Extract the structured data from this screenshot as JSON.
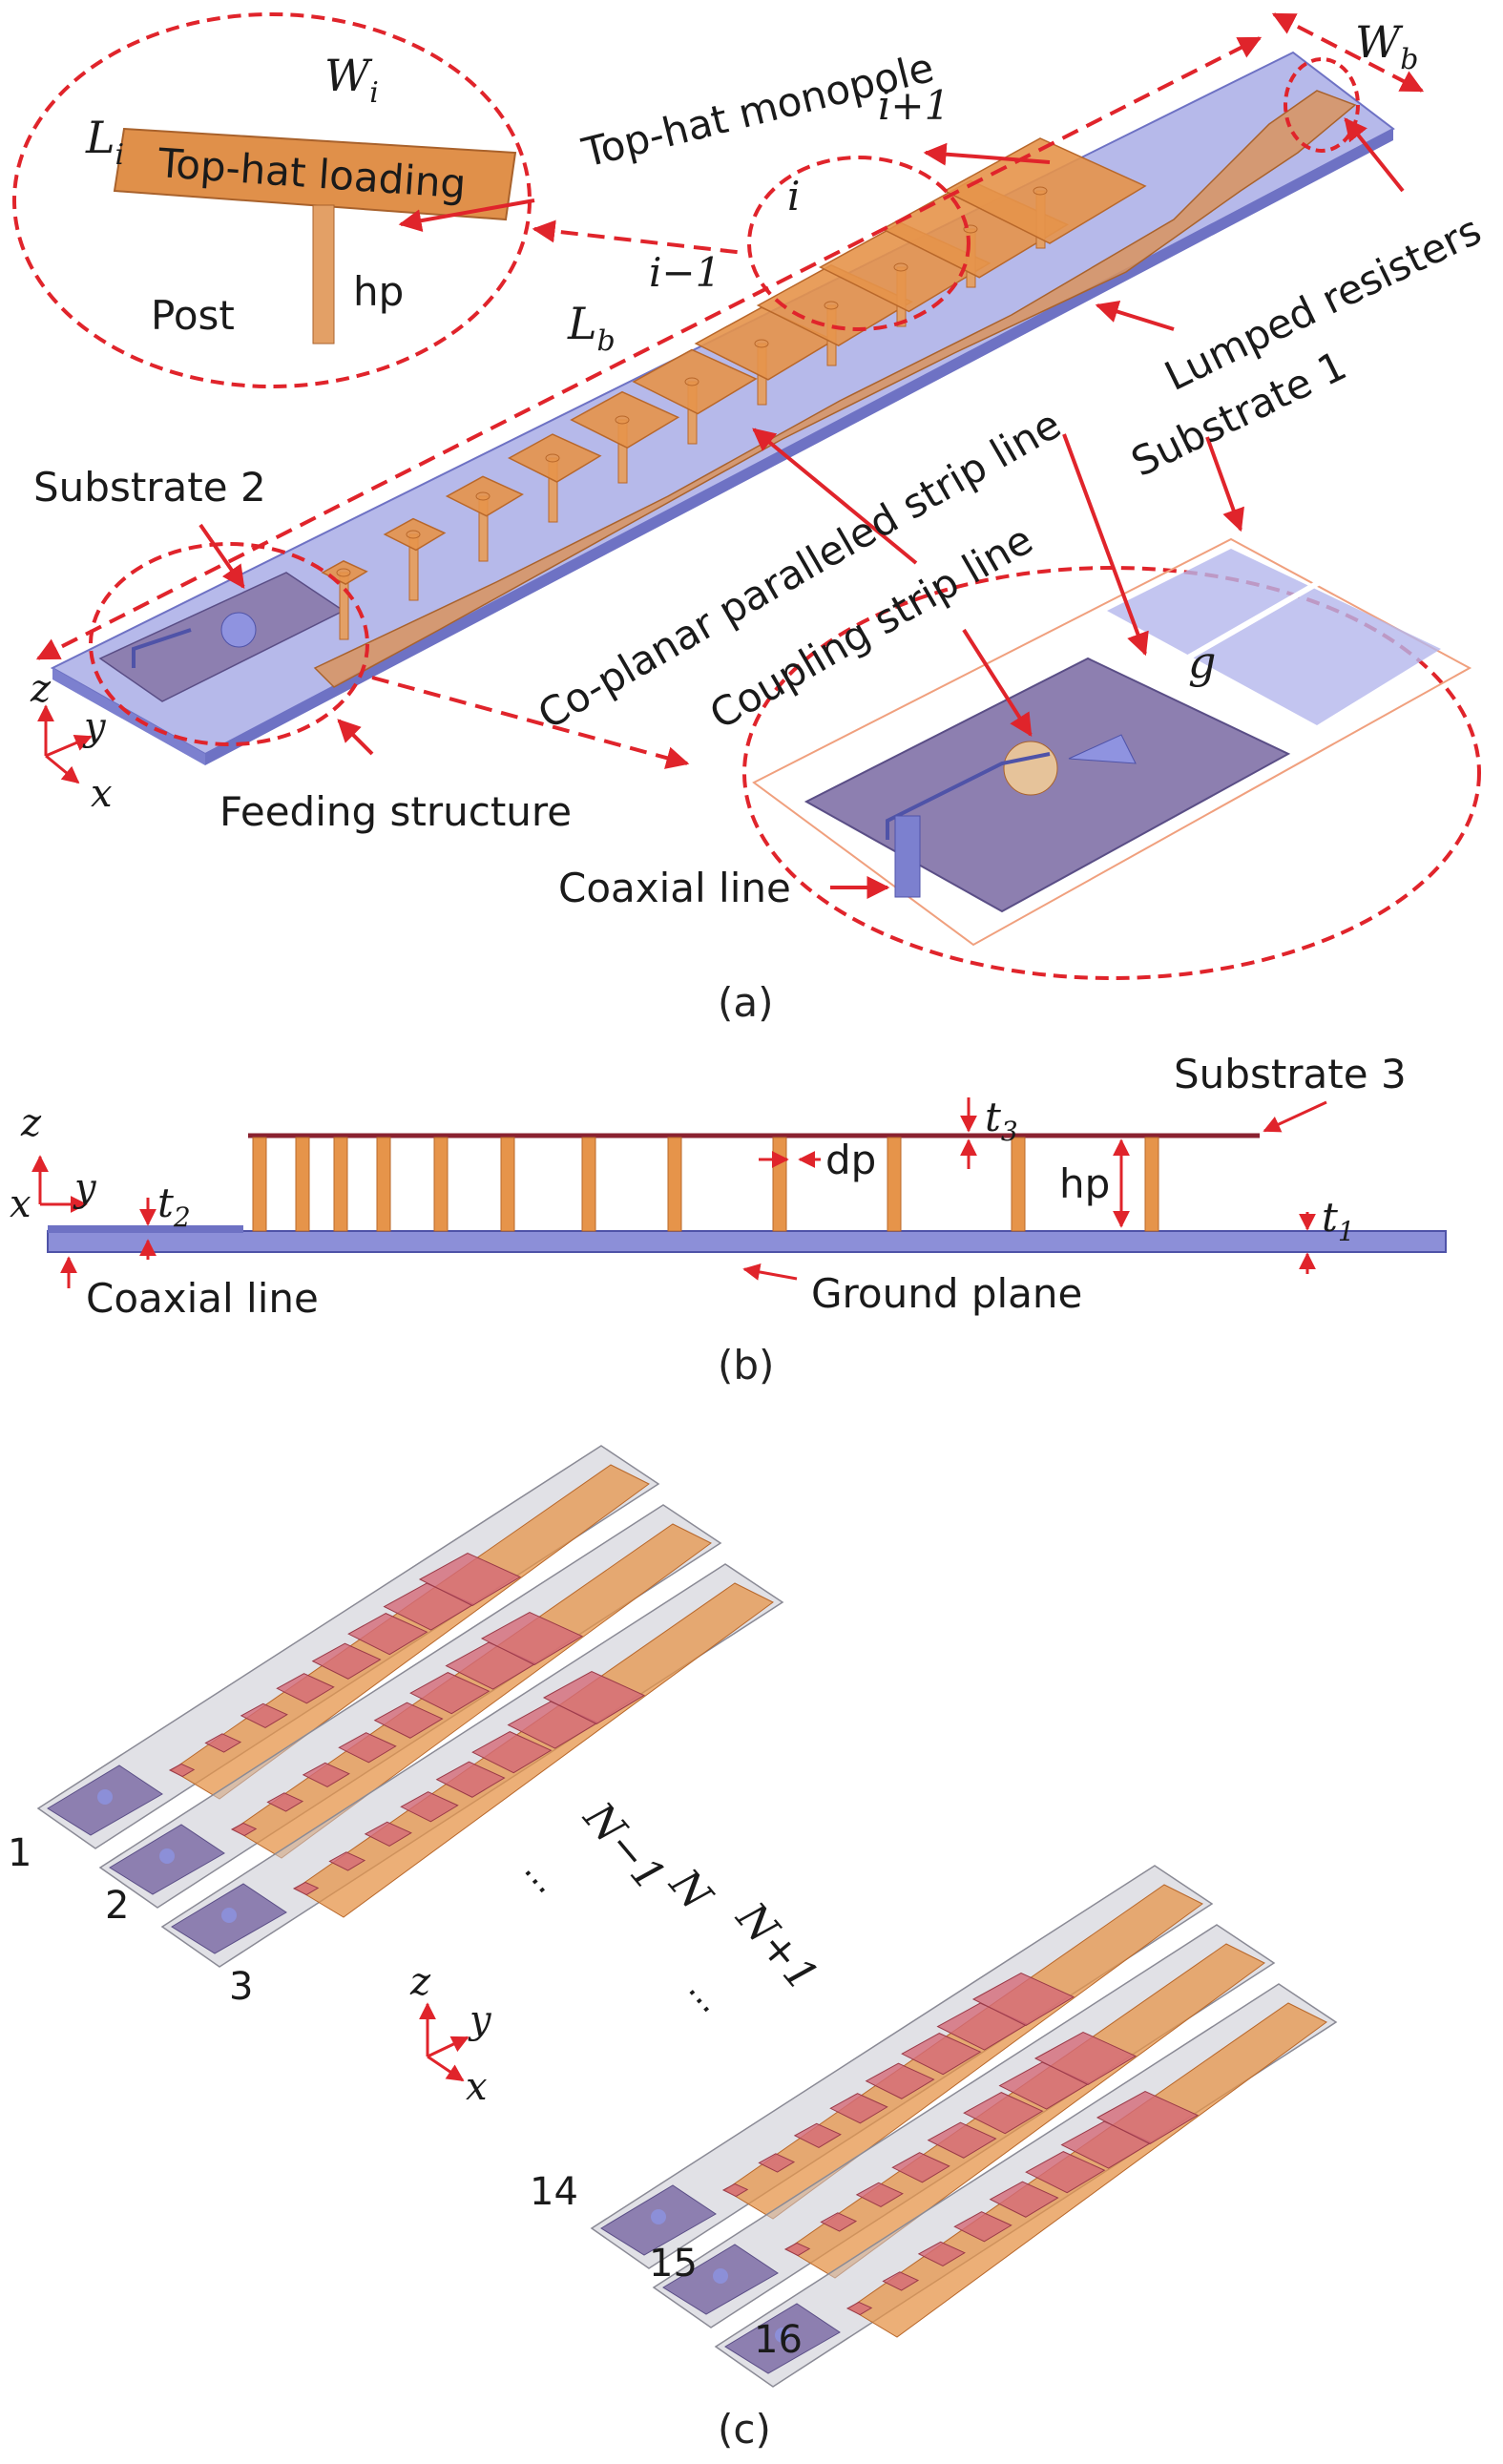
{
  "panel_a": {
    "labels": {
      "w_i": "W",
      "w_i_sub": "i",
      "l_i": "L",
      "l_i_sub": "i",
      "top_hat_loading": "Top-hat loading",
      "post": "Post",
      "hp": "hp",
      "top_hat_monopole": "Top-hat monopole",
      "i_plus_1": "i+1",
      "i": "i",
      "i_minus_1": "i−1",
      "w_b": "W",
      "w_b_sub": "b",
      "l_b": "L",
      "l_b_sub": "b",
      "lumped_resisters": "Lumped resisters",
      "substrate_1": "Substrate 1",
      "substrate_2": "Substrate 2",
      "coplanar": "Co-planar paralleled strip line",
      "coupling": "Coupling strip line",
      "g": "g",
      "feeding": "Feeding structure",
      "coaxial": "Coaxial line",
      "axis_z": "z",
      "axis_y": "y",
      "axis_x": "x"
    },
    "caption": "(a)"
  },
  "panel_b": {
    "labels": {
      "substrate_3": "Substrate 3",
      "t3": "t",
      "t3_sub": "3",
      "dp": "dp",
      "hp": "hp",
      "t1": "t",
      "t1_sub": "1",
      "t2": "t",
      "t2_sub": "2",
      "coaxial": "Coaxial line",
      "ground": "Ground plane",
      "axis_z": "z",
      "axis_y": "y",
      "axis_x": "x"
    },
    "caption": "(b)"
  },
  "panel_c": {
    "element_numbers": [
      "1",
      "2",
      "3",
      "14",
      "15",
      "16"
    ],
    "labels": {
      "n_minus_1": "N−1",
      "n": "N",
      "n_plus_1": "N+1",
      "ellipsis_a": "...",
      "ellipsis_b": "...",
      "axis_z": "z",
      "axis_y": "y",
      "axis_x": "x"
    },
    "caption": "(c)"
  },
  "colors": {
    "substrate": "#8c8fd8",
    "copper": "#e6944a",
    "copper_dark": "#b8672a",
    "patch_red": "#d46a78",
    "annotation_red": "#e0242b",
    "ground": "#7a7fcf",
    "grey_sheet": "#c9c9d2"
  }
}
